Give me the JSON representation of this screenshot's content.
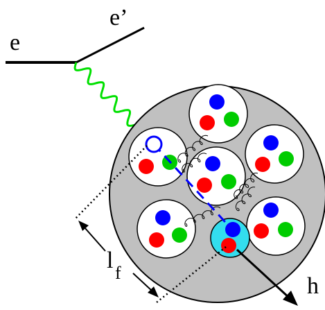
{
  "labels": {
    "incoming_electron": "e",
    "scattered_electron": "e’",
    "formation_length_main": "l",
    "formation_length_sub": "f",
    "hadron": "h"
  },
  "colors": {
    "nucleus_fill": "#c0c0c0",
    "nucleon_fill": "#ffffff",
    "photon": "#00e000",
    "quark_red": "#ff0000",
    "quark_green": "#00cc00",
    "quark_blue": "#0000ff",
    "struck_quark_path": "#0000ff",
    "hadron_highlight": "#33ddee",
    "outline": "#000000"
  }
}
